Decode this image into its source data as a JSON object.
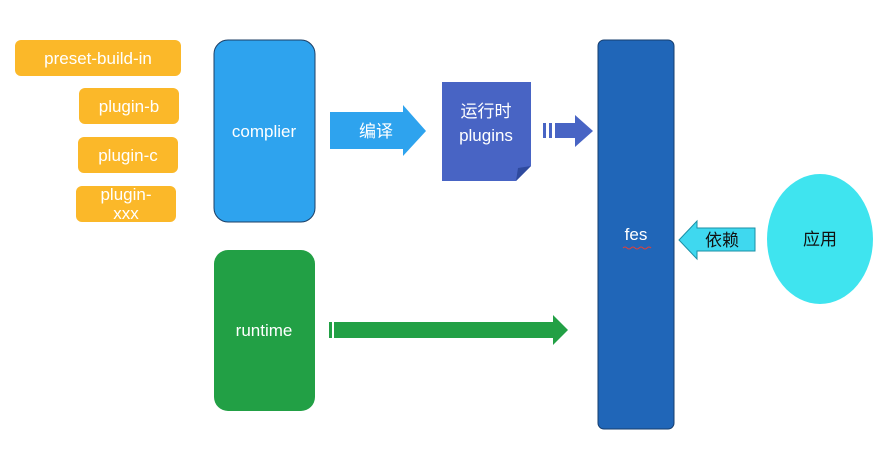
{
  "plugins": [
    {
      "label": "preset-build-in"
    },
    {
      "label": "plugin-b"
    },
    {
      "label": "plugin-c"
    },
    {
      "label_line1": "plugin-",
      "label_line2": "xxx"
    }
  ],
  "compiler": {
    "label": "complier"
  },
  "runtime": {
    "label": "runtime"
  },
  "compile_arrow": {
    "label": "编译"
  },
  "runtime_plugins": {
    "line1": "运行时",
    "line2": "plugins"
  },
  "fes": {
    "label": "fes"
  },
  "depend_arrow": {
    "label": "依赖"
  },
  "app": {
    "label": "应用"
  },
  "colors": {
    "plugin": "#fbb829",
    "compiler": "#2ea3ee",
    "runtime": "#22a045",
    "compile_arrow": "#2ea3ee",
    "runtime_plugins": "#4864c4",
    "fes": "#2066b8",
    "depend_arrow": "#3fd8ef",
    "app": "#3fe4ef"
  }
}
